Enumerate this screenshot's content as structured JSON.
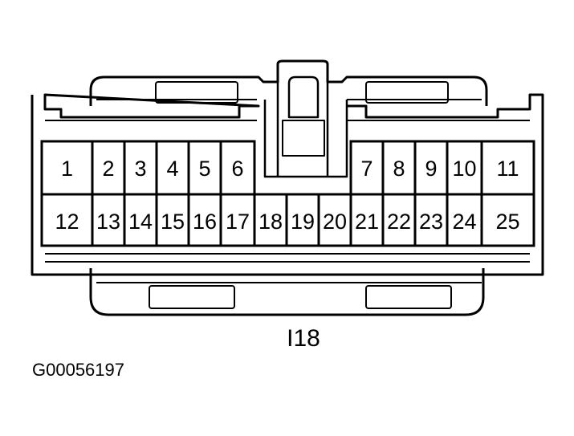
{
  "connector": {
    "id": "I18",
    "figure_id": "G00056197",
    "top_row": [
      "1",
      "2",
      "3",
      "4",
      "5",
      "6",
      "",
      "",
      "",
      "7",
      "8",
      "9",
      "10",
      "11"
    ],
    "bottom_row": [
      "12",
      "13",
      "14",
      "15",
      "16",
      "17",
      "18",
      "19",
      "20",
      "21",
      "22",
      "23",
      "24",
      "25"
    ]
  }
}
